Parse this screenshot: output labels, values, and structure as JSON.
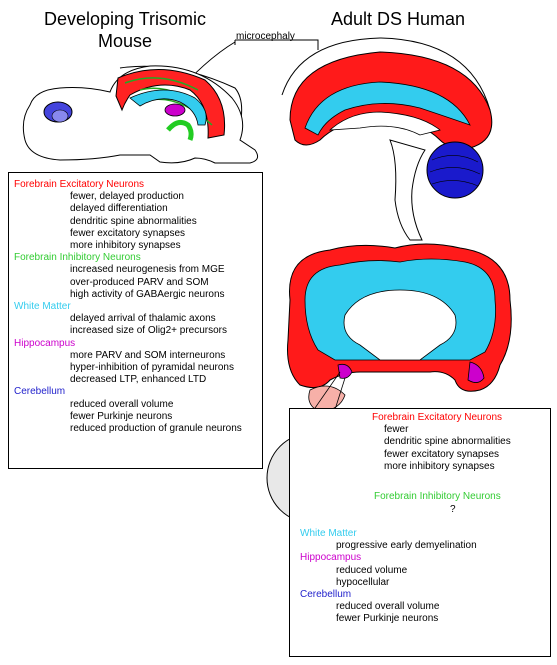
{
  "titles": {
    "mouse_line1": "Developing Trisomic",
    "mouse_line2": "Mouse",
    "human": "Adult DS Human",
    "microcephaly": "microcephaly"
  },
  "colors": {
    "forebrain_excitatory": "#ff0000",
    "forebrain_inhibitory": "#33cc33",
    "white_matter": "#33ccee",
    "hippocampus": "#cc00cc",
    "cerebellum": "#2222cc"
  },
  "mouse_box": {
    "sections": [
      {
        "label": "Forebrain Excitatory Neurons",
        "color": "#ff0000",
        "items": [
          "fewer, delayed production",
          "delayed differentiation",
          "dendritic spine abnormalities",
          "fewer excitatory synapses",
          "more inhibitory synapses"
        ]
      },
      {
        "label": "Forebrain Inhibitory Neurons",
        "color": "#33cc33",
        "items": [
          "increased neurogenesis from MGE",
          "over-produced PARV and SOM",
          "high activity of GABAergic neurons"
        ]
      },
      {
        "label": "White Matter",
        "color": "#33ccee",
        "items": [
          "delayed arrival of thalamic axons",
          "increased size of Olig2+ precursors"
        ]
      },
      {
        "label": "Hippocampus",
        "color": "#cc00cc",
        "items": [
          "more PARV and SOM interneurons",
          "hyper-inhibition of pyramidal neurons",
          "decreased LTP, enhanced LTD"
        ]
      },
      {
        "label": "Cerebellum",
        "color": "#2222cc",
        "items": [
          "reduced overall volume",
          "fewer Purkinje neurons",
          "reduced production of granule neurons"
        ]
      }
    ]
  },
  "human_box": {
    "sections": [
      {
        "label": "Forebrain Excitatory Neurons",
        "color": "#ff0000",
        "items": [
          "fewer",
          "dendritic spine abnormalities",
          "fewer excitatory synapses",
          "more inhibitory synapses"
        ]
      },
      {
        "label": "Forebrain Inhibitory Neurons",
        "color": "#33cc33",
        "items": [
          "?"
        ]
      },
      {
        "label": "White Matter",
        "color": "#33ccee",
        "items": [
          "progressive early demyelination"
        ]
      },
      {
        "label": "Hippocampus",
        "color": "#cc00cc",
        "items": [
          "reduced volume",
          "hypocellular"
        ]
      },
      {
        "label": "Cerebellum",
        "color": "#2222cc",
        "items": [
          "reduced overall volume",
          "fewer Purkinje neurons"
        ]
      }
    ]
  }
}
